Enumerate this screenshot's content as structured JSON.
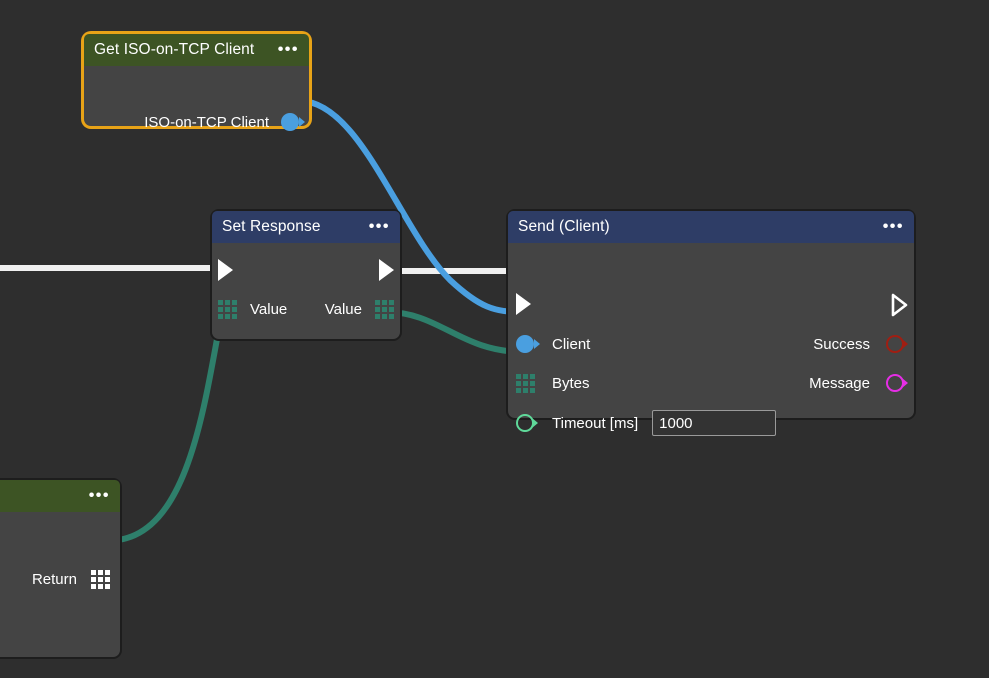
{
  "canvas": {
    "background_color": "#2e2e2e",
    "selection_color": "#e8a317"
  },
  "nodes": [
    {
      "id": "get-iso-on-tcp-client",
      "title": "Get ISO-on-TCP Client",
      "header_color": "#3d5424",
      "selected": true,
      "menu": "•••",
      "outputs": [
        {
          "label": "ISO-on-TCP Client",
          "pin": "data-circle-filled",
          "color": "#4a9fe0"
        }
      ]
    },
    {
      "id": "set-response",
      "title": "Set Response",
      "header_color": "#2e3d66",
      "selected": false,
      "menu": "•••",
      "inputs": [
        {
          "label": "",
          "pin": "exec-filled"
        },
        {
          "label": "Value",
          "pin": "grid",
          "color": "#2e7f6b"
        }
      ],
      "outputs": [
        {
          "label": "",
          "pin": "exec-filled"
        },
        {
          "label": "Value",
          "pin": "grid",
          "color": "#2e7f6b"
        }
      ]
    },
    {
      "id": "send-client",
      "title": "Send (Client)",
      "header_color": "#2e3d66",
      "selected": false,
      "menu": "•••",
      "inputs": [
        {
          "label": "",
          "pin": "exec-filled"
        },
        {
          "label": "Client",
          "pin": "data-circle-filled",
          "color": "#4a9fe0"
        },
        {
          "label": "Bytes",
          "pin": "grid",
          "color": "#2e7f6b"
        },
        {
          "label": "Timeout [ms]",
          "pin": "data-circle-hollow",
          "color": "#5fd99a",
          "value": "1000"
        }
      ],
      "outputs": [
        {
          "label": "",
          "pin": "exec-hollow"
        },
        {
          "label": "Success",
          "pin": "data-circle-hollow",
          "color": "#a01e12"
        },
        {
          "label": "Message",
          "pin": "data-circle-hollow",
          "color": "#e62ee6"
        }
      ]
    },
    {
      "id": "return-node",
      "title": "",
      "header_color": "#3d5424",
      "selected": false,
      "menu": "•••",
      "outputs": [
        {
          "label": "Return",
          "pin": "grid-light",
          "color": "#ffffff"
        }
      ]
    }
  ],
  "wires": [
    {
      "id": "exec-in-to-set-response",
      "color": "#f0f0f0",
      "type": "exec"
    },
    {
      "id": "set-response-exec-to-send-exec",
      "color": "#f0f0f0",
      "type": "exec"
    },
    {
      "id": "client-to-send-client",
      "color": "#4a9fe0",
      "type": "data"
    },
    {
      "id": "return-to-set-response-value",
      "color": "#2e7f6b",
      "type": "data"
    },
    {
      "id": "set-response-value-to-bytes",
      "color": "#2e7f6b",
      "type": "data"
    }
  ]
}
